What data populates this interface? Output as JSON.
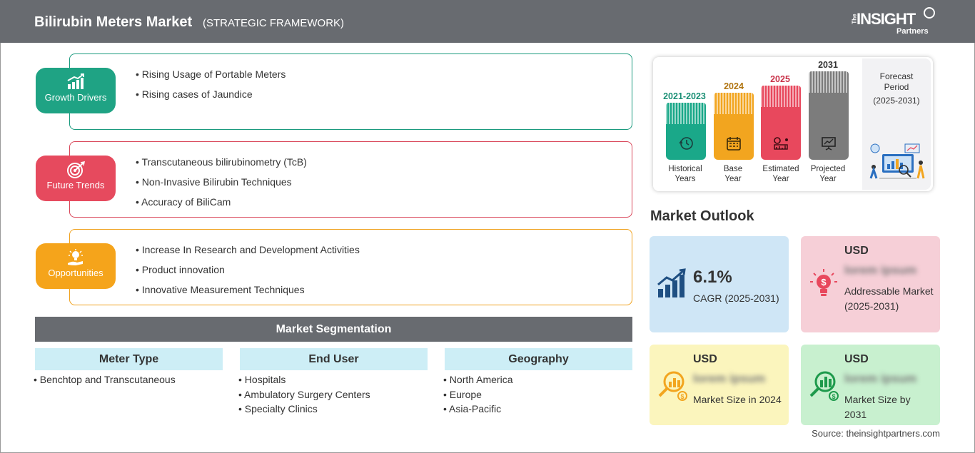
{
  "header": {
    "title": "Bilirubin Meters Market",
    "subtitle": "(STRATEGIC FRAMEWORK)",
    "logo_the": "The",
    "logo_insight": "INSIGHT",
    "logo_partners": "Partners"
  },
  "framework": {
    "growth": {
      "label": "Growth Drivers",
      "items": [
        "Rising Usage of Portable Meters",
        "Rising cases of Jaundice"
      ]
    },
    "trends": {
      "label": "Future Trends",
      "items": [
        "Transcutaneous bilirubinometry (TcB)",
        "Non-Invasive Bilirubin Techniques",
        "Accuracy of BiliCam"
      ]
    },
    "opportunities": {
      "label": "Opportunities",
      "items": [
        "Increase In Research and Development Activities",
        "Product innovation",
        "Innovative Measurement Techniques"
      ]
    }
  },
  "segmentation": {
    "title": "Market Segmentation",
    "columns": [
      {
        "title": "Meter Type",
        "items": [
          "Benchtop and Transcutaneous"
        ]
      },
      {
        "title": "End User",
        "items": [
          "Hospitals",
          "Ambulatory Surgery Centers",
          "Specialty Clinics"
        ]
      },
      {
        "title": "Geography",
        "items": [
          "North America",
          "Europe",
          "Asia-Pacific"
        ]
      }
    ]
  },
  "timeline": {
    "bars": [
      {
        "year": "2021-2023",
        "label_line1": "Historical",
        "label_line2": "Years",
        "color": "#1aa889",
        "year_color": "#1a8f75"
      },
      {
        "year": "2024",
        "label_line1": "Base",
        "label_line2": "Year",
        "color": "#f2a51f",
        "year_color": "#b07410"
      },
      {
        "year": "2025",
        "label_line1": "Estimated",
        "label_line2": "Year",
        "color": "#e8485d",
        "year_color": "#c9334a"
      },
      {
        "year": "2031",
        "label_line1": "Projected",
        "label_line2": "Year",
        "color": "#7c7c7c",
        "year_color": "#333333"
      }
    ],
    "forecast_line1": "Forecast",
    "forecast_line2": "Period",
    "forecast_range": "(2025-2031)"
  },
  "outlook": {
    "title": "Market Outlook",
    "cagr_value": "6.1%",
    "cagr_label": "CAGR (2025-2031)",
    "addressable_usd": "USD",
    "addressable_value": "lorem ipsum",
    "addressable_label": "Addressable Market (2025-2031)",
    "size2024_usd": "USD",
    "size2024_value": "lorem ipsum",
    "size2024_label": "Market Size in 2024",
    "size2031_usd": "USD",
    "size2031_value": "lorem ipsum",
    "size2031_label": "Market Size by 2031"
  },
  "source": "Source: theinsightpartners.com",
  "colors": {
    "header_bg": "#686b70",
    "green": "#1fa384",
    "red": "#e64a5e",
    "orange": "#f5a41b",
    "segment_col_bg": "#cdeef6"
  }
}
